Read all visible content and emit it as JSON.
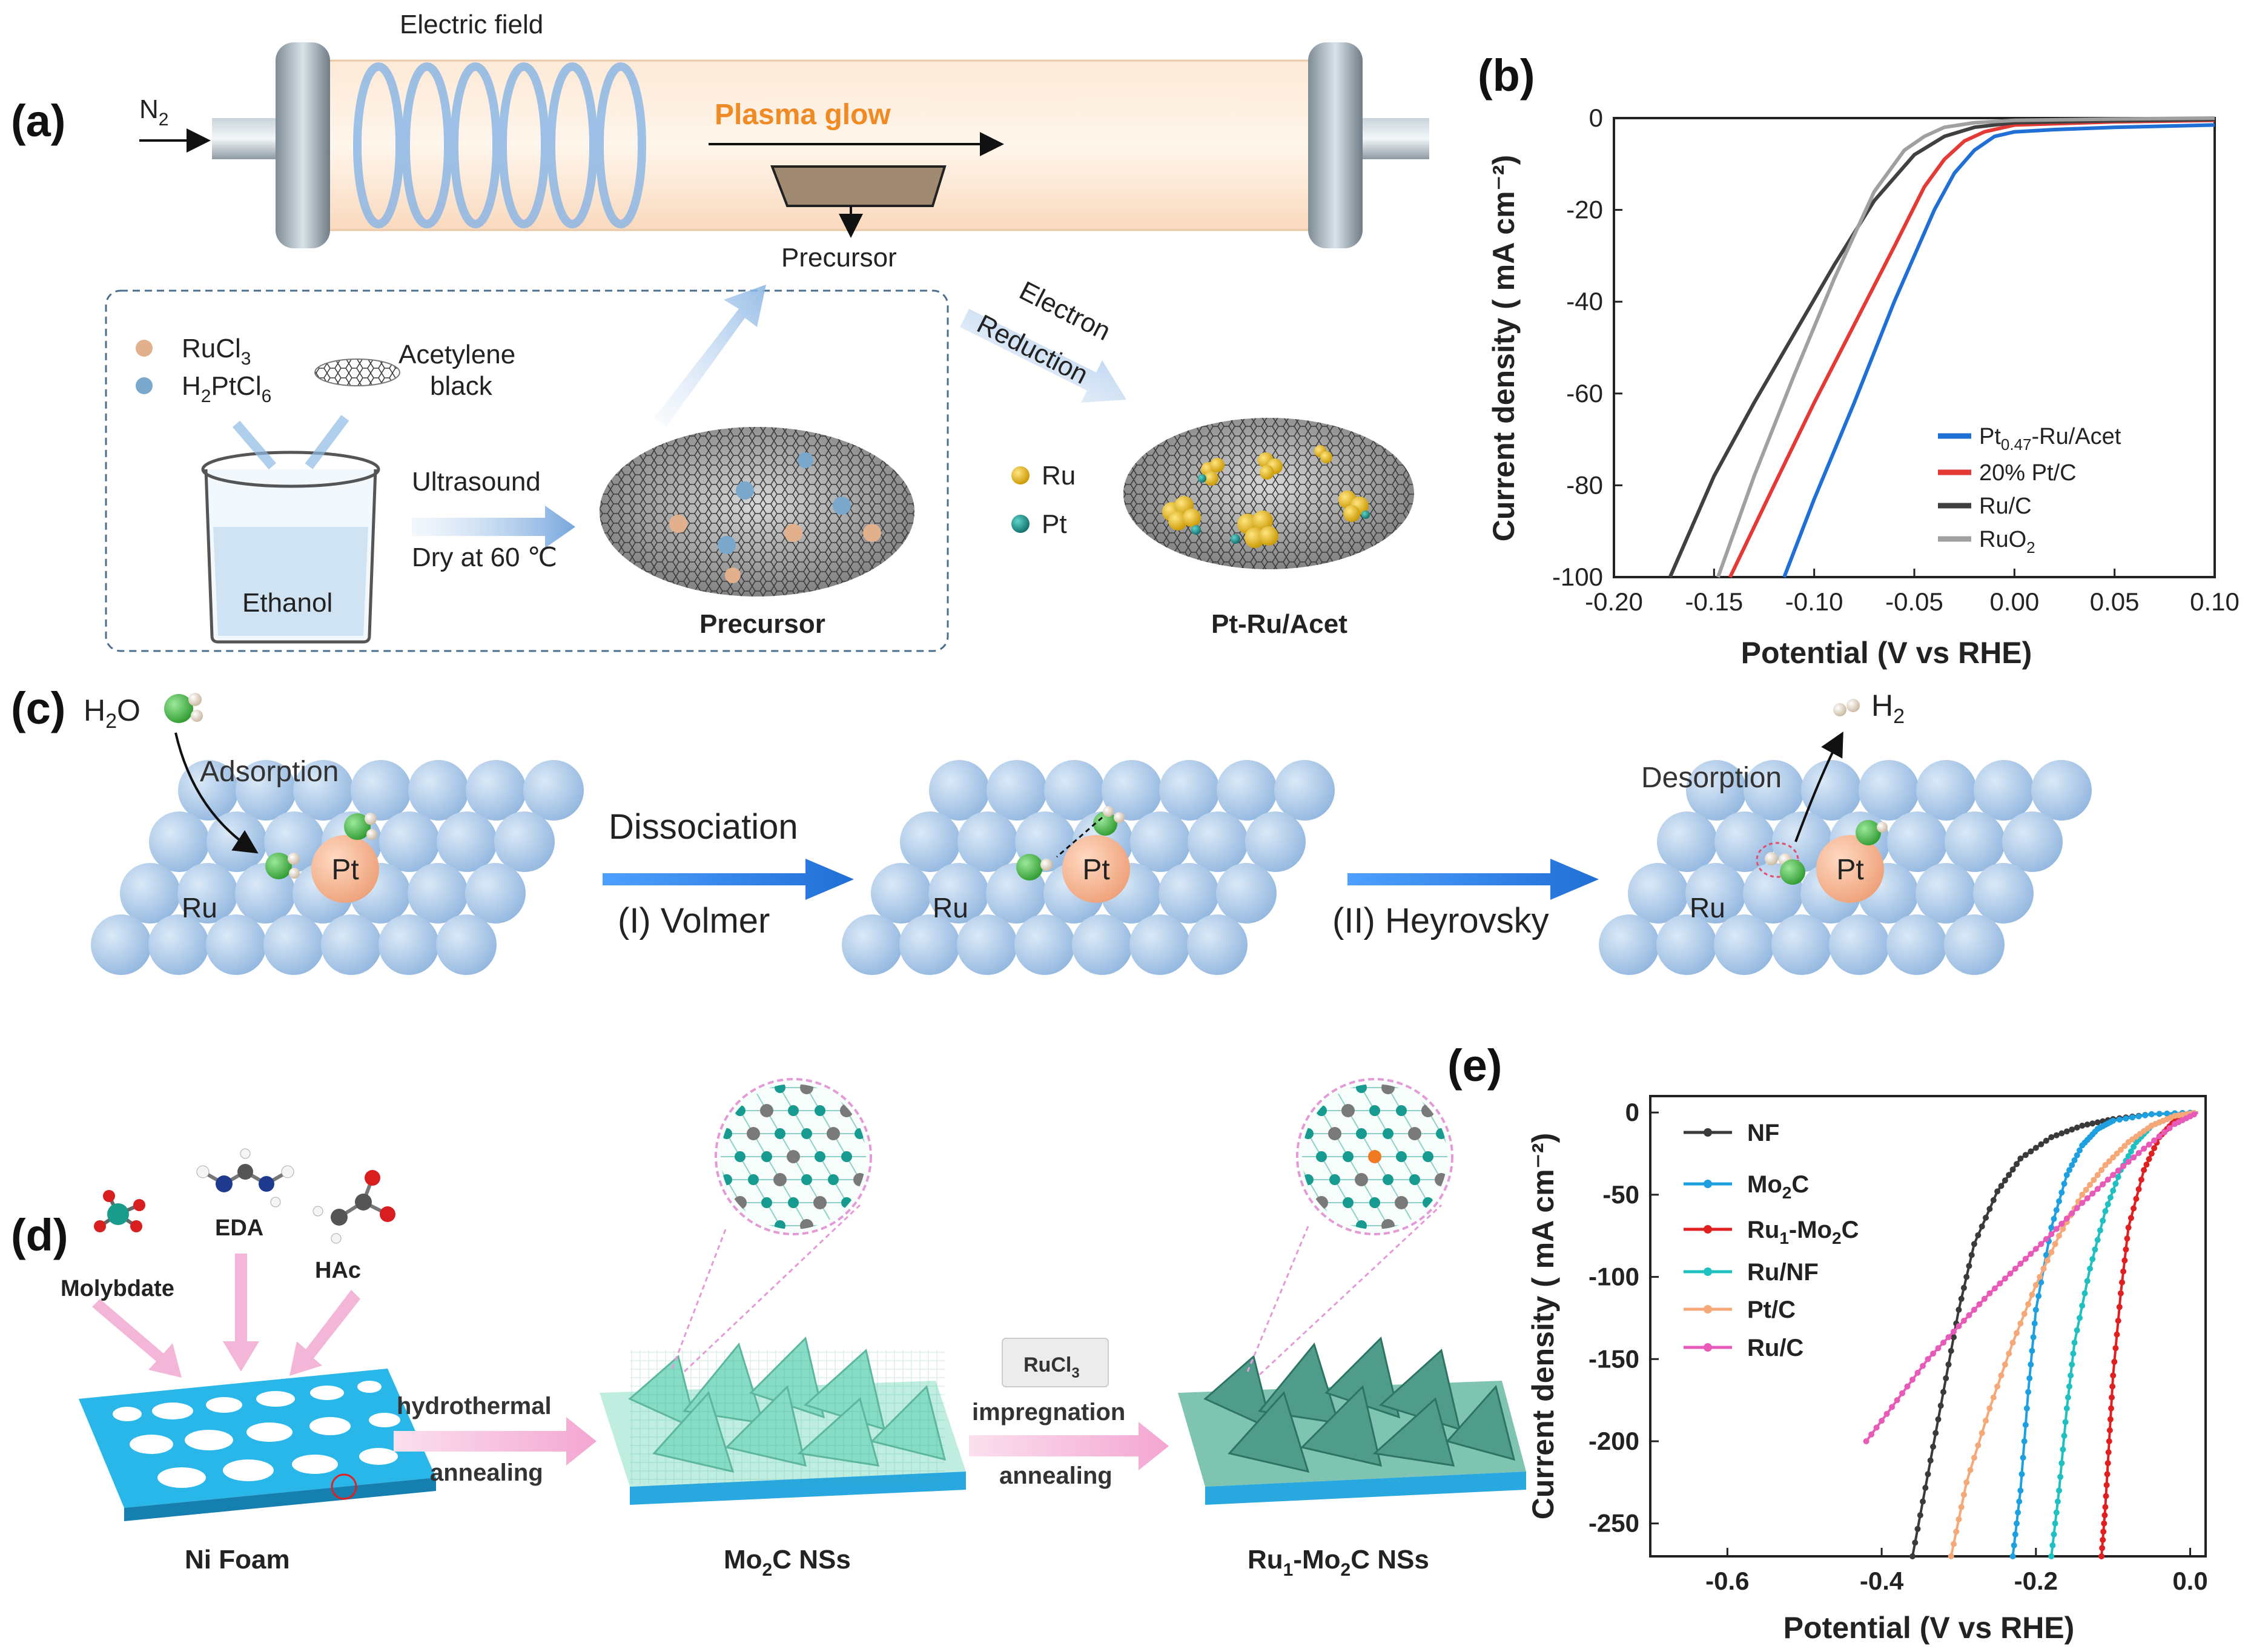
{
  "panel_a": {
    "letter": "(a)",
    "electric_field": "Electric field",
    "gas_main": "N",
    "gas_sub": "2",
    "plasma_glow": "Plasma glow",
    "precursor_top": "Precursor",
    "salt1_main": "RuCl",
    "salt1_sub": "3",
    "salt2_pre": "H",
    "salt2_sub1": "2",
    "salt2_mid": "PtCl",
    "salt2_sub2": "6",
    "acetylene_line1": "Acetylene",
    "acetylene_line2": "black",
    "ethanol": "Ethanol",
    "ultrasound": "Ultrasound",
    "dry": "Dry at 60 ℃",
    "precursor_label": "Precursor",
    "electron": "Electron",
    "reduction": "Reduction",
    "ru": "Ru",
    "pt": "Pt",
    "product": "Pt-Ru/Acet",
    "colors": {
      "plasma": "#f08a24",
      "ru": "#e8b418",
      "pt": "#1a8f8a",
      "ru_salt": "#e2b08c",
      "pt_salt": "#7aa7cc"
    }
  },
  "panel_b": {
    "letter": "(b)",
    "chart_data": {
      "type": "line",
      "xlabel": "Potential (V vs RHE)",
      "ylabel": "Current density ( mA cm⁻²)",
      "xlim": [
        -0.2,
        0.1
      ],
      "ylim": [
        -100,
        0
      ],
      "xticks": [
        "-0.20",
        "-0.15",
        "-0.10",
        "-0.05",
        "0.00",
        "0.05",
        "0.10"
      ],
      "yticks": [
        "0",
        "-20",
        "-40",
        "-60",
        "-80",
        "-100"
      ],
      "legend_position": "bottom-right",
      "series": [
        {
          "name": "Pt0.47-Ru/Acet",
          "name_main": "Pt",
          "name_sub": "0.47",
          "name_rest": "-Ru/Acet",
          "color": "#1f6fd6",
          "x": [
            -0.115,
            -0.1,
            -0.08,
            -0.06,
            -0.04,
            -0.03,
            -0.02,
            -0.01,
            0.0,
            0.02,
            0.05,
            0.1
          ],
          "y": [
            -100,
            -83,
            -62,
            -40,
            -20,
            -12,
            -7,
            -4,
            -3,
            -2.5,
            -2,
            -1.5
          ]
        },
        {
          "name": "20% Pt/C",
          "color": "#e53935",
          "x": [
            -0.142,
            -0.12,
            -0.1,
            -0.08,
            -0.06,
            -0.045,
            -0.035,
            -0.025,
            -0.015,
            0.0,
            0.05,
            0.1
          ],
          "y": [
            -100,
            -80,
            -62,
            -45,
            -28,
            -15,
            -9,
            -5,
            -3,
            -1.5,
            -0.8,
            -0.5
          ]
        },
        {
          "name": "Ru/C",
          "color": "#404040",
          "x": [
            -0.172,
            -0.15,
            -0.13,
            -0.11,
            -0.09,
            -0.07,
            -0.05,
            -0.035,
            -0.02,
            0.0,
            0.05,
            0.1
          ],
          "y": [
            -100,
            -78,
            -62,
            -47,
            -32,
            -18,
            -8,
            -4,
            -2,
            -1,
            -0.6,
            -0.3
          ]
        },
        {
          "name": "RuO2",
          "name_main": "RuO",
          "name_sub": "2",
          "name_rest": "",
          "color": "#a0a0a0",
          "x": [
            -0.148,
            -0.13,
            -0.11,
            -0.09,
            -0.07,
            -0.055,
            -0.045,
            -0.035,
            -0.02,
            0.0,
            0.05,
            0.1
          ],
          "y": [
            -100,
            -78,
            -56,
            -35,
            -16,
            -7,
            -4,
            -2,
            -1,
            -0.5,
            -0.2,
            0
          ]
        }
      ]
    }
  },
  "panel_c": {
    "letter": "(c)",
    "water_main": "H",
    "water_sub": "2",
    "water_rest": "O",
    "h2_main": "H",
    "h2_sub": "2",
    "adsorption": "Adsorption",
    "dissociation": "Dissociation",
    "volmer": "(I) Volmer",
    "heyrovsky": "(II) Heyrovsky",
    "desorption": "Desorption",
    "ru": "Ru",
    "pt": "Pt",
    "colors": {
      "ru_atom": "#a9c8e8",
      "pt_atom": "#f2b08c",
      "o_atom": "#3fae3f",
      "arrow": "#2f80ed"
    }
  },
  "panel_d": {
    "letter": "(d)",
    "molybdate": "Molybdate",
    "eda": "EDA",
    "hac": "HAc",
    "ni_foam": "Ni Foam",
    "step1_top": "hydrothermal",
    "step1_bottom": "annealing",
    "mo2c_main": "Mo",
    "mo2c_sub": "2",
    "mo2c_rest": "C NSs",
    "rucl3_main": "RuCl",
    "rucl3_sub": "3",
    "step2_mid": "impregnation",
    "step2_bottom": "annealing",
    "ru1_main": "Ru",
    "ru1_sub1": "1",
    "ru1_mid": "-Mo",
    "ru1_sub2": "2",
    "ru1_rest": "C NSs",
    "colors": {
      "foam": "#29b6e8",
      "sheet": "#7fd6c0",
      "arrow": "#f4b6d8"
    }
  },
  "panel_e": {
    "letter": "(e)",
    "chart_data": {
      "type": "line",
      "xlabel": "Potential (V vs RHE)",
      "ylabel": "Current density ( mA cm⁻²)",
      "xlim": [
        -0.7,
        0.02
      ],
      "ylim": [
        -270,
        10
      ],
      "xticks": [
        "-0.6",
        "-0.4",
        "-0.2",
        "0.0"
      ],
      "xtick_values": [
        -0.6,
        -0.4,
        -0.2,
        0.0
      ],
      "yticks": [
        "0",
        "-50",
        "-100",
        "-150",
        "-200",
        "-250"
      ],
      "ytick_values": [
        0,
        -50,
        -100,
        -150,
        -200,
        -250
      ],
      "legend_position": "top-left",
      "series": [
        {
          "name": "NF",
          "color": "#3a3a3a",
          "x": [
            -0.36,
            -0.34,
            -0.32,
            -0.3,
            -0.28,
            -0.25,
            -0.22,
            -0.18,
            -0.14,
            -0.1,
            -0.05,
            0.01
          ],
          "y": [
            -270,
            -220,
            -170,
            -120,
            -80,
            -48,
            -28,
            -15,
            -8,
            -4,
            -1,
            0
          ]
        },
        {
          "name": "Mo2C",
          "name_main": "Mo",
          "name_sub": "2",
          "name_rest": "C",
          "color": "#1ea0e0",
          "x": [
            -0.23,
            -0.22,
            -0.21,
            -0.2,
            -0.18,
            -0.16,
            -0.14,
            -0.12,
            -0.1,
            -0.05,
            0.01
          ],
          "y": [
            -270,
            -230,
            -170,
            -120,
            -70,
            -38,
            -20,
            -10,
            -5,
            -1,
            0
          ]
        },
        {
          "name": "Ru1-Mo2C",
          "name_main": "Ru",
          "name_sub": "1",
          "name_mid": "-Mo",
          "name_sub2": "2",
          "name_rest": "C",
          "color": "#e02020",
          "x": [
            -0.115,
            -0.11,
            -0.105,
            -0.1,
            -0.09,
            -0.08,
            -0.06,
            -0.04,
            -0.02,
            0.01
          ],
          "y": [
            -270,
            -240,
            -200,
            -160,
            -110,
            -70,
            -35,
            -15,
            -5,
            0
          ]
        },
        {
          "name": "Ru/NF",
          "name_main": "Ru/NF",
          "name_sub": "",
          "name_rest": "",
          "color": "#20c0c0",
          "x": [
            -0.18,
            -0.17,
            -0.16,
            -0.15,
            -0.13,
            -0.11,
            -0.09,
            -0.07,
            -0.05,
            -0.02,
            0.01
          ],
          "y": [
            -270,
            -230,
            -180,
            -140,
            -95,
            -60,
            -35,
            -18,
            -8,
            -2,
            0
          ]
        },
        {
          "name": "Pt/C",
          "name_main": "Pt/C",
          "name_sub": "",
          "name_rest": "",
          "color": "#f5a878",
          "x": [
            -0.31,
            -0.29,
            -0.26,
            -0.23,
            -0.2,
            -0.17,
            -0.14,
            -0.11,
            -0.08,
            -0.05,
            -0.02,
            0.01
          ],
          "y": [
            -270,
            -225,
            -180,
            -140,
            -105,
            -75,
            -50,
            -32,
            -18,
            -8,
            -2,
            0
          ]
        },
        {
          "name": "Ru/C",
          "name_main": "Ru/C",
          "name_sub": "",
          "name_rest": "",
          "color": "#e85ab8",
          "x": [
            -0.42,
            -0.38,
            -0.34,
            -0.3,
            -0.26,
            -0.22,
            -0.18,
            -0.14,
            -0.1,
            -0.06,
            -0.02,
            0.01
          ],
          "y": [
            -200,
            -175,
            -150,
            -130,
            -110,
            -92,
            -74,
            -55,
            -38,
            -22,
            -7,
            0
          ]
        }
      ]
    }
  }
}
